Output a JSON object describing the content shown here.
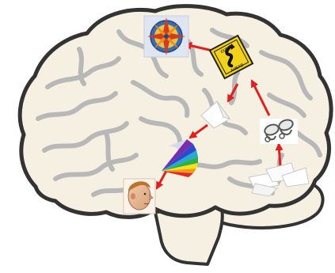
{
  "diagram": {
    "nodes": [
      {
        "id": "sensory-fragments",
        "icon": "torn-paper-fragments-icon"
      },
      {
        "id": "binoculars",
        "icon": "binoculars-icon"
      },
      {
        "id": "curve-sign",
        "icon": "curve-ahead-road-sign-icon"
      },
      {
        "id": "compass",
        "icon": "compass-rose-icon"
      },
      {
        "id": "paper-sheet",
        "icon": "folded-paper-icon"
      },
      {
        "id": "spectrum-fan",
        "icon": "color-spectrum-fan-icon"
      },
      {
        "id": "face",
        "icon": "human-head-profile-icon"
      }
    ],
    "edges": [
      {
        "from": "sensory-fragments",
        "to": "binoculars"
      },
      {
        "from": "binoculars",
        "to": "curve-sign"
      },
      {
        "from": "curve-sign",
        "to": "compass"
      },
      {
        "from": "curve-sign",
        "to": "paper-sheet"
      },
      {
        "from": "paper-sheet",
        "to": "spectrum-fan"
      },
      {
        "from": "spectrum-fan",
        "to": "face"
      }
    ],
    "sign": {
      "top_text": "CURVE",
      "bottom_text": "AHEAD"
    },
    "colors": {
      "brain_fill": "#f5f0e1",
      "brain_outline": "#333333",
      "sulci": "#b8b8b8",
      "arrow": "#e02020"
    }
  }
}
